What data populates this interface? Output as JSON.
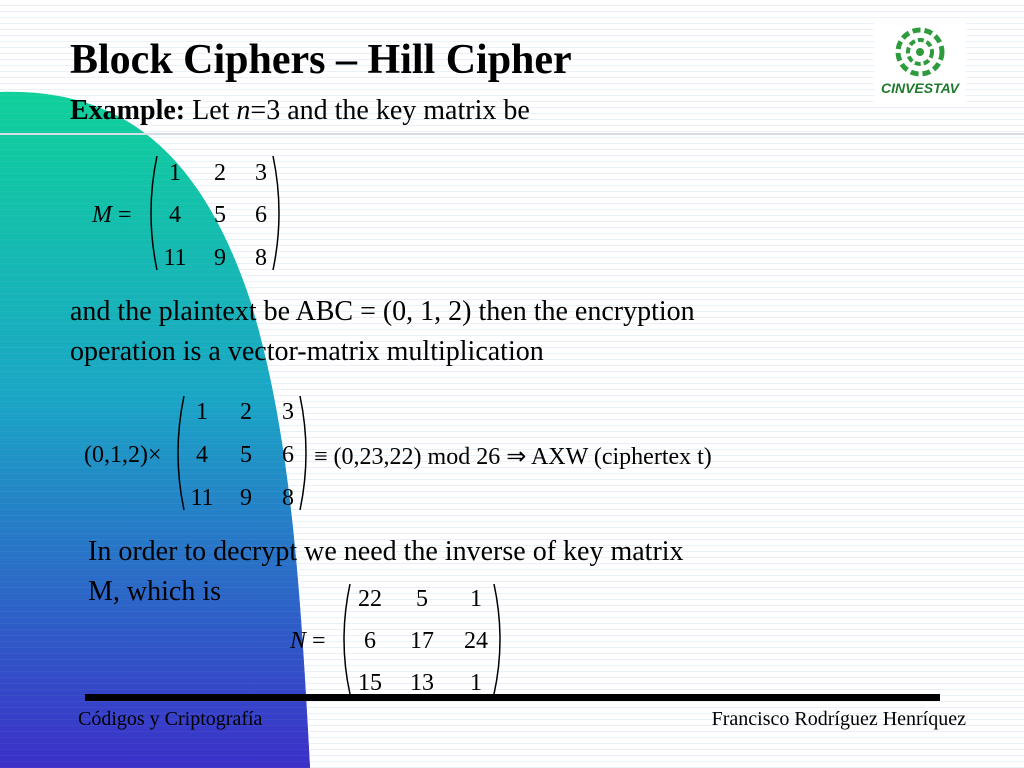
{
  "slide": {
    "title": "Block Ciphers – Hill Cipher",
    "example_label": "Example:",
    "example_text_a": " Let ",
    "example_var": "n",
    "example_text_b": "=3 and the key matrix be",
    "para1_line1": "and the plaintext be ABC = (0, 1, 2) then the encryption",
    "para1_line2": "operation is a vector-matrix multiplication",
    "para2_line1": "In order to decrypt we need the inverse of key matrix",
    "para2_line2": "M, which is"
  },
  "matrix_M": {
    "label": "M",
    "equals": "=",
    "rows": [
      [
        "1",
        "2",
        "3"
      ],
      [
        "4",
        "5",
        "6"
      ],
      [
        "11",
        "9",
        "8"
      ]
    ]
  },
  "encryption": {
    "vector": "(0,1,2)×",
    "rows": [
      [
        "1",
        "2",
        "3"
      ],
      [
        "4",
        "5",
        "6"
      ],
      [
        "11",
        "9",
        "8"
      ]
    ],
    "result": "≡ (0,23,22) mod 26 ⇒ AXW (ciphertex t)"
  },
  "matrix_N": {
    "label": "N",
    "equals": "=",
    "rows": [
      [
        "22",
        "5",
        "1"
      ],
      [
        "6",
        "17",
        "24"
      ],
      [
        "15",
        "13",
        "1"
      ]
    ]
  },
  "logo": {
    "text": "CINVESTAV",
    "icon": "cinvestav-logo-icon",
    "color": "#1f7a2e"
  },
  "footer": {
    "left": "Códigos y Criptografía",
    "right": "Francisco Rodríguez Henríquez"
  },
  "colors": {
    "gradient_top": "#10c99a",
    "gradient_bottom": "#3a32c8"
  }
}
